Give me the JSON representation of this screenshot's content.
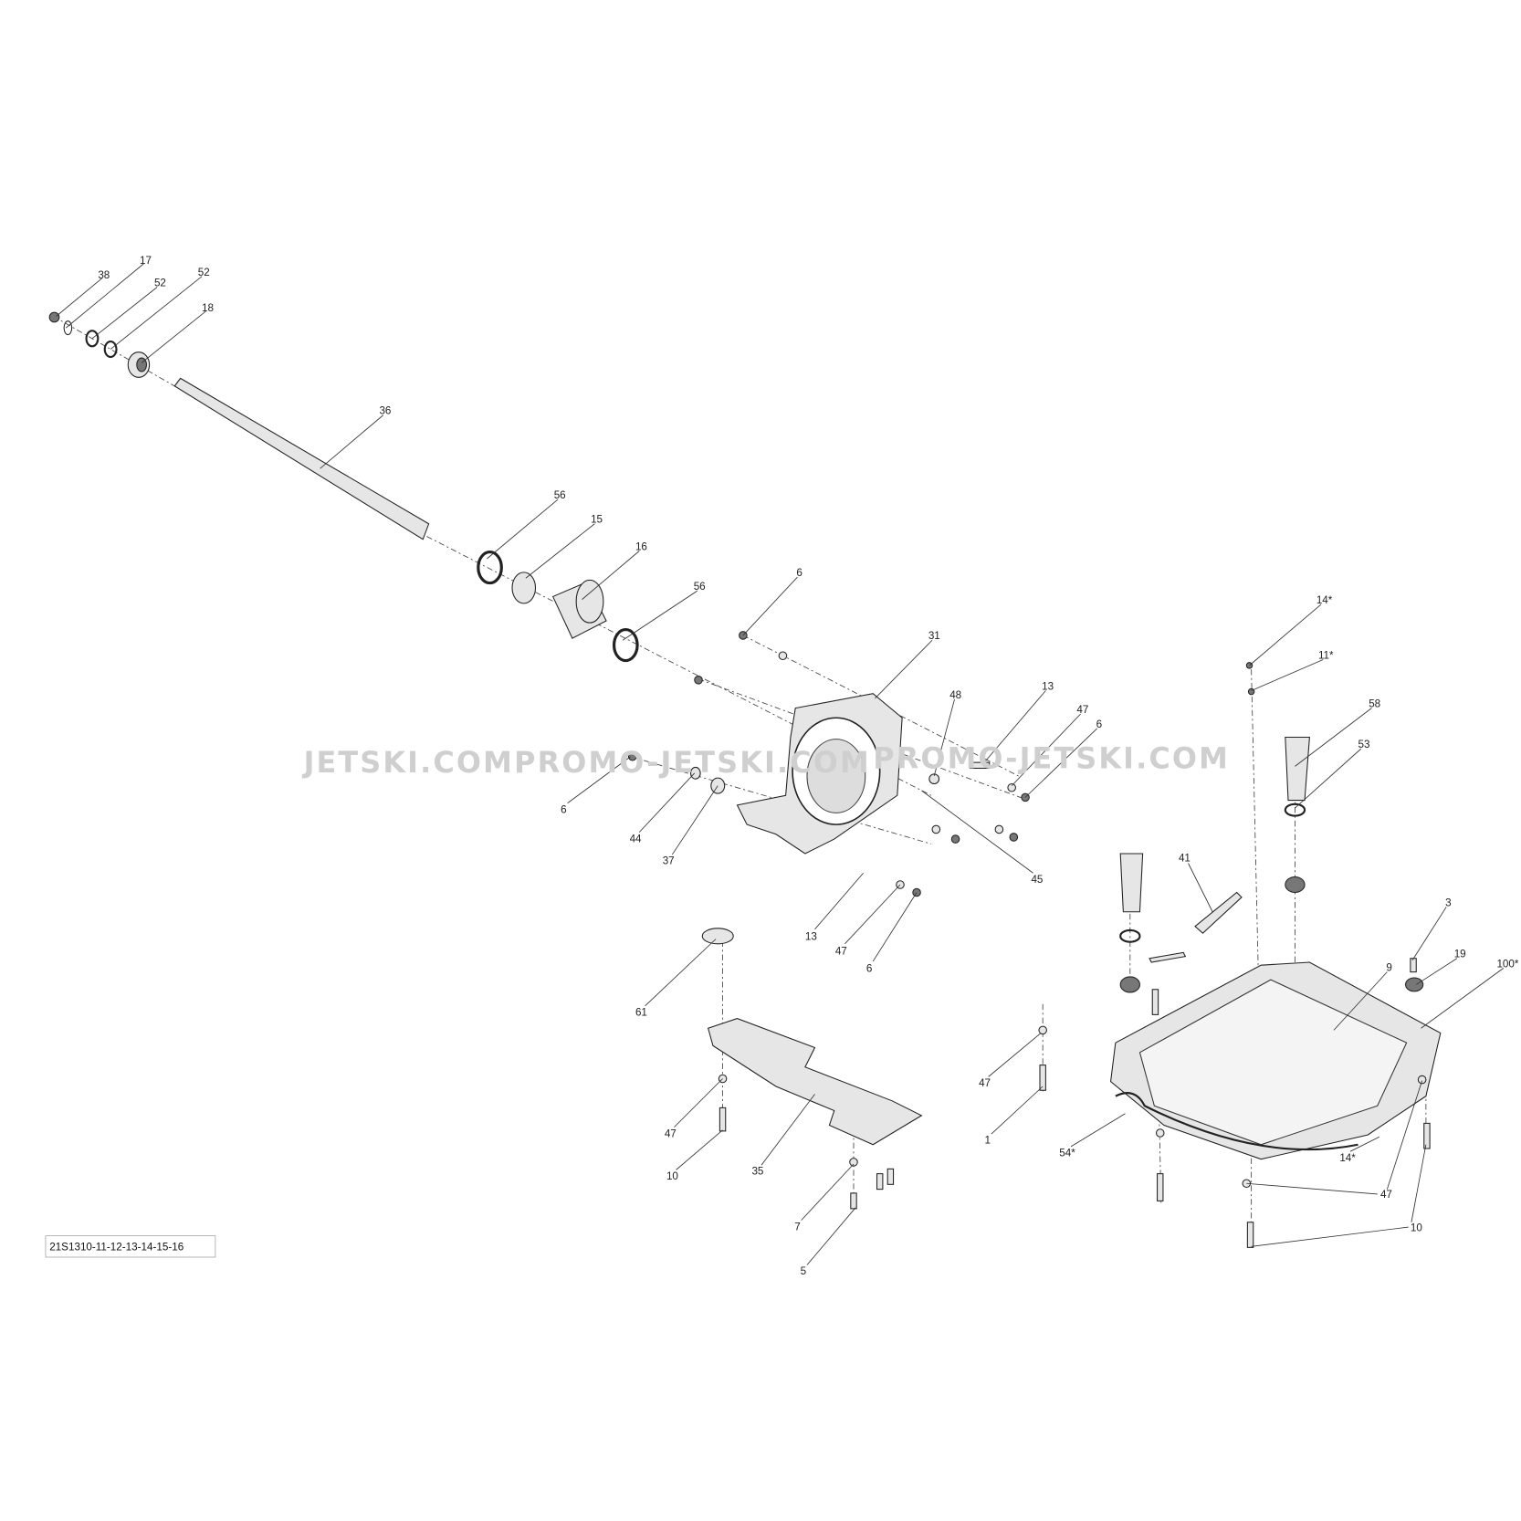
{
  "diagram_ref": "21S1310-11-12-13-14-15-16",
  "watermark": [
    "JETSKI.COM",
    "PROMO-JETSKI.COM",
    "PROMO-JETSKI.COM"
  ],
  "callouts": [
    "38",
    "17",
    "52",
    "52",
    "18",
    "36",
    "56",
    "15",
    "16",
    "56",
    "6",
    "31",
    "48",
    "13",
    "47",
    "6",
    "6",
    "44",
    "37",
    "45",
    "13",
    "47",
    "6",
    "14*",
    "11*",
    "58",
    "53",
    "41",
    "3",
    "19",
    "100*",
    "9",
    "61",
    "47",
    "1",
    "47",
    "10",
    "35",
    "54*",
    "14*",
    "47",
    "10",
    "7",
    "5"
  ]
}
